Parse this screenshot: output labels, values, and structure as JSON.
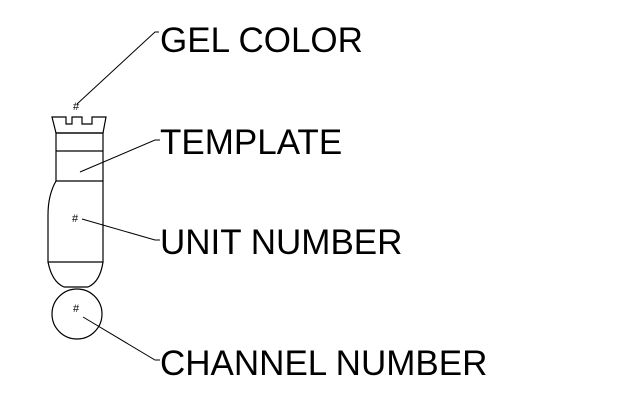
{
  "labels": {
    "gel_color": "GEL COLOR",
    "template": "TEMPLATE",
    "unit_number": "UNIT NUMBER",
    "channel_number": "CHANNEL NUMBER"
  },
  "marks": {
    "gel_color": "#",
    "unit_number": "#",
    "channel_number": "#"
  }
}
